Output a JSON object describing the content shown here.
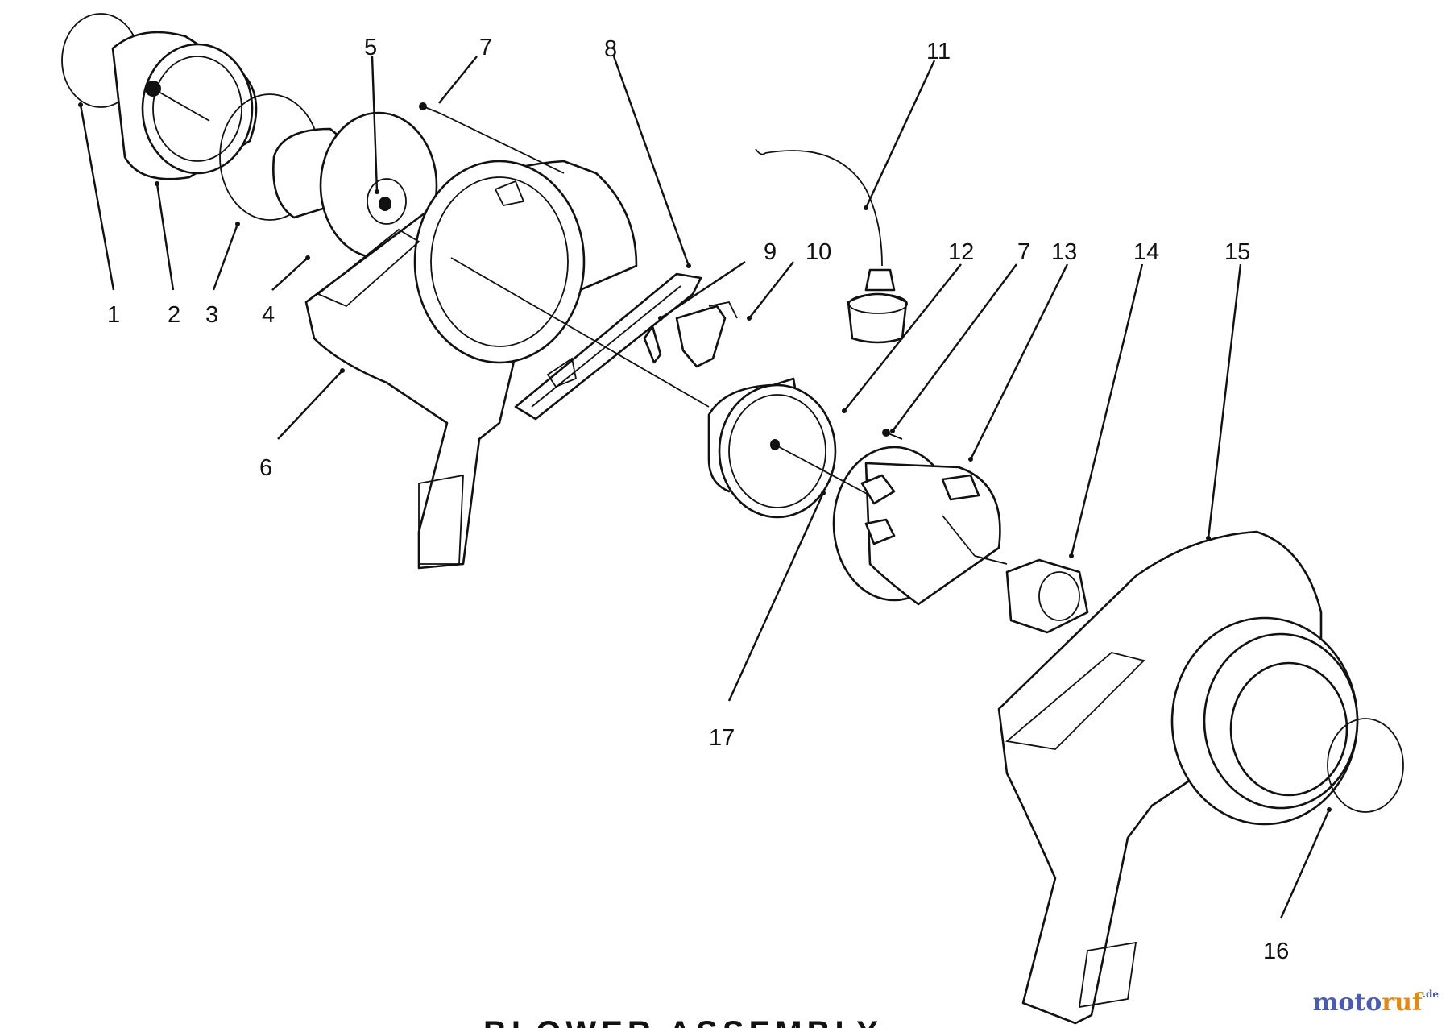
{
  "diagram": {
    "callouts": [
      {
        "id": "c1",
        "label": "1"
      },
      {
        "id": "c2",
        "label": "2"
      },
      {
        "id": "c3",
        "label": "3"
      },
      {
        "id": "c4",
        "label": "4"
      },
      {
        "id": "c5",
        "label": "5"
      },
      {
        "id": "c6",
        "label": "6"
      },
      {
        "id": "c7a",
        "label": "7"
      },
      {
        "id": "c8",
        "label": "8"
      },
      {
        "id": "c9",
        "label": "9"
      },
      {
        "id": "c10",
        "label": "10"
      },
      {
        "id": "c11",
        "label": "11"
      },
      {
        "id": "c12",
        "label": "12"
      },
      {
        "id": "c7b",
        "label": "7"
      },
      {
        "id": "c13",
        "label": "13"
      },
      {
        "id": "c14",
        "label": "14"
      },
      {
        "id": "c15",
        "label": "15"
      },
      {
        "id": "c16",
        "label": "16"
      },
      {
        "id": "c17",
        "label": "17"
      }
    ]
  },
  "watermark": {
    "part1": "moto",
    "part2": "ruf",
    "suffix": ".de"
  },
  "title": "BLOWER ASSEMBLY"
}
